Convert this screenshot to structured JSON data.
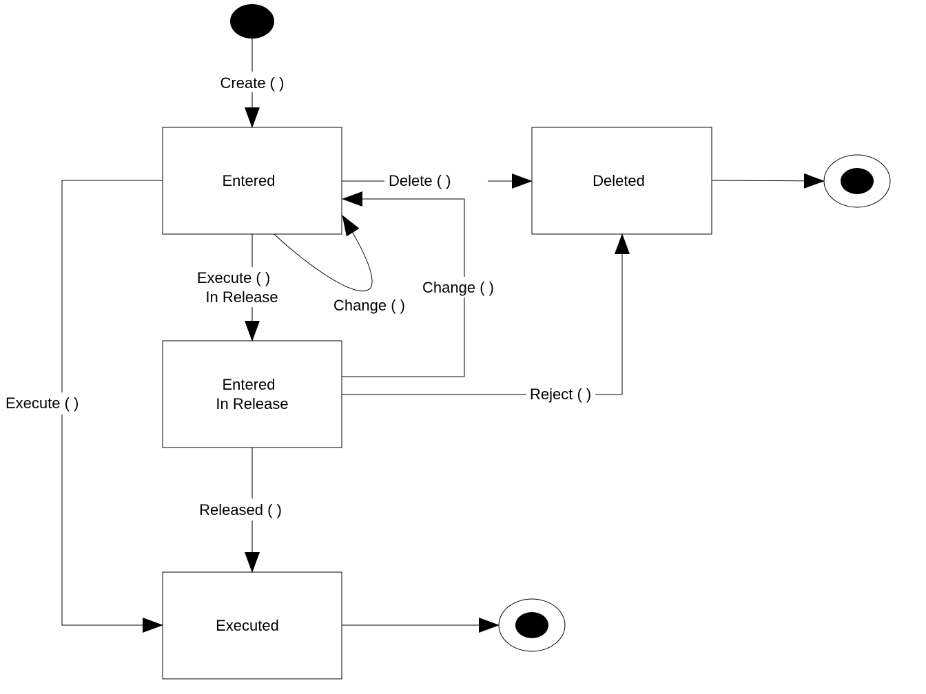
{
  "diagram": {
    "states": {
      "entered": "Entered",
      "deleted": "Deleted",
      "entered_in_release": {
        "line1": "Entered",
        "line2": "In Release"
      },
      "executed": "Executed"
    },
    "transitions": {
      "create": "Create ( )",
      "delete": "Delete ( )",
      "execute_in_release": {
        "line1": "Execute ( )",
        "line2": "In Release"
      },
      "change_self": "Change ( )",
      "change_back": "Change ( )",
      "reject": "Reject ( )",
      "execute": "Execute ( )",
      "released": "Released ( )"
    }
  }
}
